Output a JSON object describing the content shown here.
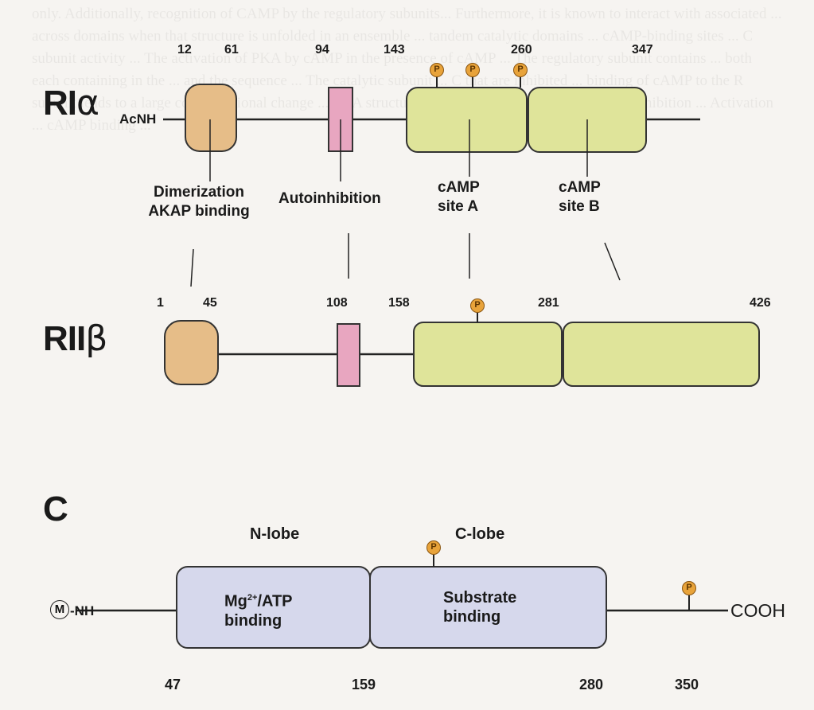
{
  "ria": {
    "title_prefix": "RI",
    "title_greek": "α",
    "nterm": "AcNH",
    "positions": [
      "12",
      "61",
      "94",
      "143",
      "260",
      "347"
    ],
    "domain_labels": {
      "dimerization_l1": "Dimerization",
      "dimerization_l2": "AKAP binding",
      "autoinhibition": "Autoinhibition",
      "camp_a_l1": "cAMP",
      "camp_a_l2": "site A",
      "camp_b_l1": "cAMP",
      "camp_b_l2": "site B"
    }
  },
  "riib": {
    "title_prefix": "RII",
    "title_greek": "β",
    "positions": [
      "1",
      "45",
      "108",
      "158",
      "281",
      "426"
    ]
  },
  "c": {
    "title": "C",
    "nlobe": "N-lobe",
    "clobe": "C-lobe",
    "mg_text": "Mg",
    "mg_sup": "2+",
    "mg_rest": "/ATP",
    "mg_line2": "binding",
    "sub_l1": "Substrate",
    "sub_l2": "binding",
    "myr_symbol": "M",
    "nterm_suffix": "-NH",
    "cterm": "COOH",
    "positions": [
      "47",
      "159",
      "280",
      "350"
    ]
  },
  "phospho_symbol": "P",
  "colors": {
    "dimerization": "#e6bd88",
    "autoinhibition": "#e8a6c0",
    "camp": "#dfe49a",
    "catalytic": "#d6d8ec",
    "phospho": "#e8a33a"
  },
  "background_text": "only. Additionally, recognition of CAMP by the regulatory subunits... Furthermore, it is known to interact with associated ... across domains when that structure is unfolded in an ensemble ... tandem catalytic domains ... cAMP-binding sites ... C subunit activity ... The activation of PKA by cAMP in the presence of cAMP ... The regulatory subunit contains ... both each containing in the ... and the sequence ... The catalytic subunit ... C that are inhibited ... binding of cAMP to the R subunit leads to a large conformational change ... PKA structure regulation ... Inactive PKA ... Autoinhibition ... Activation ... cAMP binding ..."
}
